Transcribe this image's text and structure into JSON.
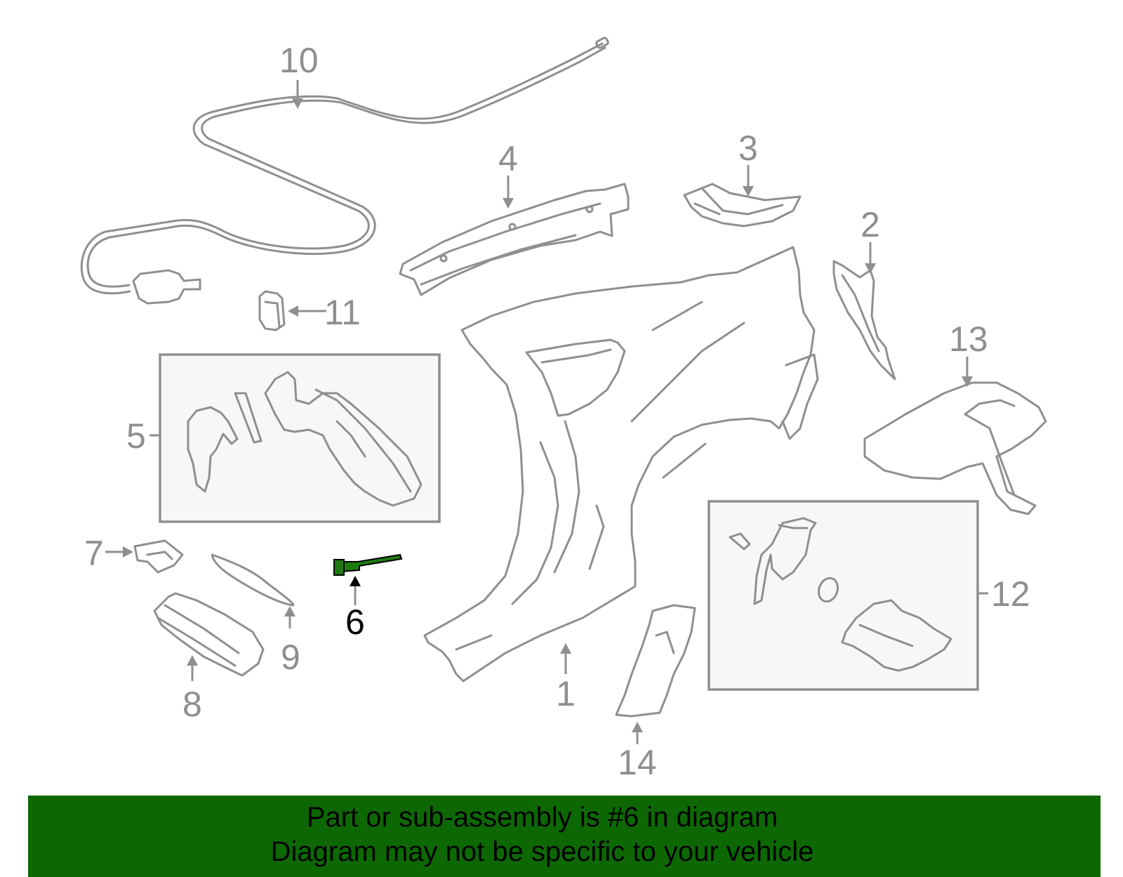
{
  "callouts": [
    {
      "id": "1",
      "label": "1"
    },
    {
      "id": "2",
      "label": "2"
    },
    {
      "id": "3",
      "label": "3"
    },
    {
      "id": "4",
      "label": "4"
    },
    {
      "id": "5",
      "label": "5"
    },
    {
      "id": "6",
      "label": "6",
      "highlighted": true
    },
    {
      "id": "7",
      "label": "7"
    },
    {
      "id": "8",
      "label": "8"
    },
    {
      "id": "9",
      "label": "9"
    },
    {
      "id": "10",
      "label": "10"
    },
    {
      "id": "11",
      "label": "11"
    },
    {
      "id": "12",
      "label": "12"
    },
    {
      "id": "13",
      "label": "13"
    },
    {
      "id": "14",
      "label": "14"
    }
  ],
  "banner": {
    "line1": "Part or sub-assembly is #6 in diagram",
    "line2": "Diagram may not be specific to your vehicle"
  },
  "colors": {
    "linework": "#8f8f8f",
    "highlight_part": "#1f7a10",
    "banner_background": "#0d6804",
    "banner_text": "#000000"
  }
}
